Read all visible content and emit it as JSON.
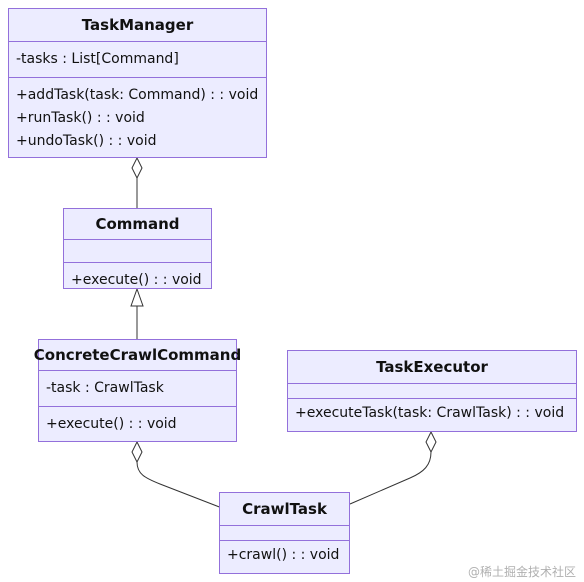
{
  "classes": {
    "task_manager": {
      "name": "TaskManager",
      "attributes": [
        "-tasks : List[Command]"
      ],
      "methods": [
        "+addTask(task: Command) : : void",
        "+runTask() : : void",
        "+undoTask() : : void"
      ]
    },
    "command": {
      "name": "Command",
      "attributes": [],
      "methods": [
        "+execute() : : void"
      ]
    },
    "concrete_crawl_command": {
      "name": "ConcreteCrawlCommand",
      "attributes": [
        "-task : CrawlTask"
      ],
      "methods": [
        "+execute() : : void"
      ]
    },
    "task_executor": {
      "name": "TaskExecutor",
      "attributes": [],
      "methods": [
        "+executeTask(task: CrawlTask) : : void"
      ]
    },
    "crawl_task": {
      "name": "CrawlTask",
      "attributes": [],
      "methods": [
        "+crawl() : : void"
      ]
    }
  },
  "relationships": [
    {
      "from": "TaskManager",
      "to": "Command",
      "type": "aggregation"
    },
    {
      "from": "ConcreteCrawlCommand",
      "to": "Command",
      "type": "inheritance"
    },
    {
      "from": "ConcreteCrawlCommand",
      "to": "CrawlTask",
      "type": "aggregation"
    },
    {
      "from": "TaskExecutor",
      "to": "CrawlTask",
      "type": "aggregation"
    }
  ],
  "watermark": "@稀土掘金技术社区",
  "colors": {
    "box_fill": "#ececff",
    "box_border": "#9370db",
    "line": "#333333"
  }
}
